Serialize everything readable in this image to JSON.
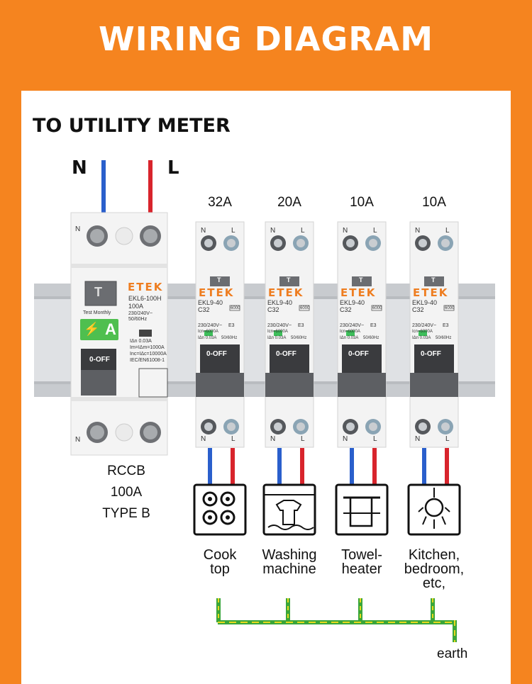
{
  "title": "WIRING DIAGRAM",
  "subtitle": "TO UTILITY METER",
  "wires": {
    "neutral": "N",
    "live": "L"
  },
  "rccb": {
    "brand": "ETEK",
    "model": "EKL6-100H",
    "rating": "100A",
    "voltage": "230/240V~",
    "frequency": "50/60Hz",
    "test_label": "Test Monthly",
    "type_badge": "A",
    "spec_1": "IΔn 0.03A",
    "spec_2": "Im=IΔm=1000A",
    "spec_3": "Inc=IΔc=10000A",
    "spec_4": "IEC/EN61008-1",
    "switch": "0-OFF",
    "test_button": "T",
    "caption": [
      "RCCB",
      "100A",
      "TYPE B"
    ]
  },
  "breakers": [
    {
      "rating": "32A",
      "brand": "ETEK",
      "model": "EKL9-40",
      "curve": "C32",
      "load": [
        "Cook",
        "top"
      ],
      "load_icon": "cooktop-icon"
    },
    {
      "rating": "20A",
      "brand": "ETEK",
      "model": "EKL9-40",
      "curve": "C32",
      "load": [
        "Washing",
        "machine"
      ],
      "load_icon": "washing-machine-icon"
    },
    {
      "rating": "10A",
      "brand": "ETEK",
      "model": "EKL9-40",
      "curve": "C32",
      "load": [
        "Towel-",
        "heater"
      ],
      "load_icon": "towel-heater-icon"
    },
    {
      "rating": "10A",
      "brand": "ETEK",
      "model": "EKL9-40",
      "curve": "C32",
      "load": [
        "Kitchen,",
        "bedroom,",
        "etc,"
      ],
      "load_icon": "light-bulb-icon"
    }
  ],
  "breaker_specs": {
    "spec_1": "230/240V~",
    "spec_2": "Icn=6000A",
    "spec_3": "IΔn 0.03A",
    "spec_4": "50/60Hz",
    "class": "E3",
    "box": "6000",
    "switch": "0-OFF",
    "test_button": "T",
    "term_n": "N",
    "term_l": "L"
  },
  "earth_label": "earth",
  "colors": {
    "background": "#f5841f",
    "neutral_wire": "#2a5fcc",
    "live_wire": "#d8242c",
    "earth_wire_green": "#3aa63a",
    "earth_wire_yellow": "#e6d91e",
    "brand": "#ee7d20"
  }
}
